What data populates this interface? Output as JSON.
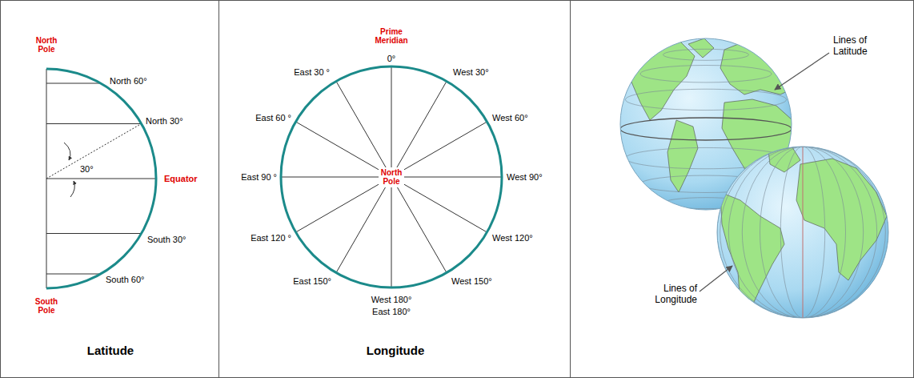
{
  "diagram": {
    "nodes": [
      {
        "text": [
          "Latitude"
        ]
      },
      {
        "text": [
          "Longitude"
        ]
      },
      {
        "text": [
          "Lines of Latitude",
          "Lines of Longitude"
        ]
      }
    ],
    "labels": [
      "North Pole",
      "North 60°",
      "North 30°",
      "30°",
      "Equator",
      "South 30°",
      "South 60°",
      "South Pole",
      "Prime Meridian",
      "0°",
      "East 30 °",
      "West 30°",
      "East 60 °",
      "West 60°",
      "East 90 °",
      "West 90°",
      "East 120 °",
      "West 120°",
      "East 150°",
      "West 150°",
      "West 180°",
      "East 180°",
      "North Pole"
    ]
  }
}
